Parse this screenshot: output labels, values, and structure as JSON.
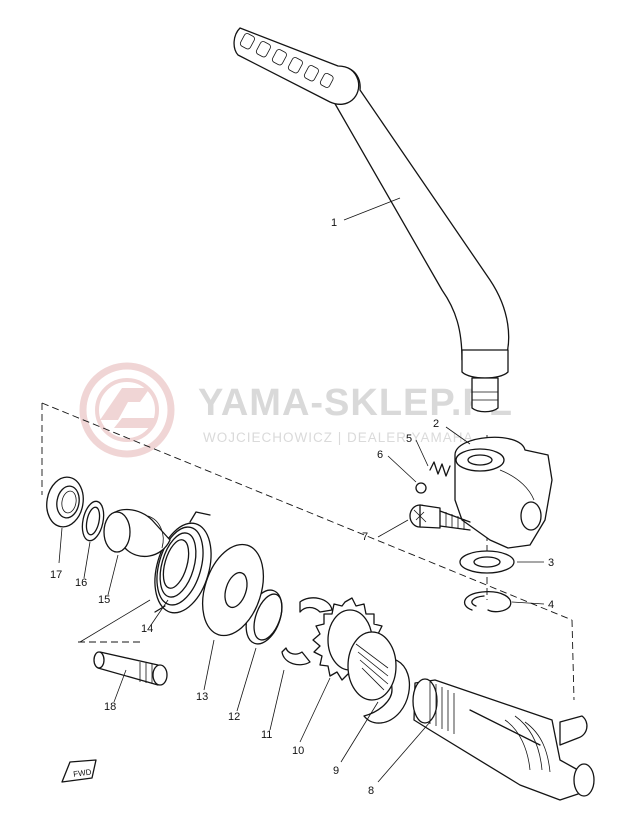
{
  "watermark": {
    "brand": "YAMA-SKLEP.PL",
    "subtitle": "WOJCIECHOWICZ | DEALER YAMAHA",
    "logo_color": "#e4b3b3"
  },
  "fwd_badge": "FWD",
  "parts": [
    {
      "id": "p1",
      "num": "1"
    },
    {
      "id": "p2",
      "num": "2"
    },
    {
      "id": "p3",
      "num": "3"
    },
    {
      "id": "p4",
      "num": "4"
    },
    {
      "id": "p5",
      "num": "5"
    },
    {
      "id": "p6",
      "num": "6"
    },
    {
      "id": "p7",
      "num": "7"
    },
    {
      "id": "p8",
      "num": "8"
    },
    {
      "id": "p9",
      "num": "9"
    },
    {
      "id": "p10",
      "num": "10"
    },
    {
      "id": "p11",
      "num": "11"
    },
    {
      "id": "p12",
      "num": "12"
    },
    {
      "id": "p13",
      "num": "13"
    },
    {
      "id": "p14",
      "num": "14"
    },
    {
      "id": "p15",
      "num": "15"
    },
    {
      "id": "p16",
      "num": "16"
    },
    {
      "id": "p17",
      "num": "17"
    },
    {
      "id": "p18",
      "num": "18"
    }
  ]
}
